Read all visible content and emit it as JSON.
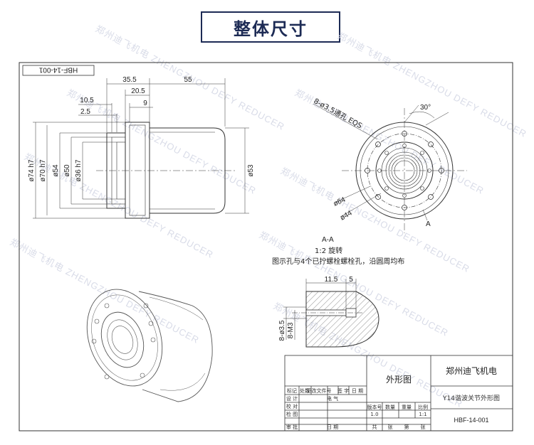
{
  "header": {
    "title": "整体尺寸"
  },
  "watermark": {
    "text": "郑州迪飞机电 ZHENGZHOU DEFY REDUCER"
  },
  "drawing_no_box": "HBF-14-001",
  "side_view": {
    "dim_top_1": "35.5",
    "dim_top_2": "55",
    "dim_top_3": "20.5",
    "dim_top_4": "10.5",
    "dim_top_5": "9",
    "dim_top_6": "2.5",
    "dia_1": "ø74 h7",
    "dia_2": "ø70 h7",
    "dia_3": "ø54",
    "dia_4": "ø50",
    "dia_5": "ø36 h7",
    "dia_6": "ø53"
  },
  "front_view": {
    "angle": "30°",
    "holes": "8-ø3.5通孔 EQS",
    "dia_a": "ø64",
    "dia_b": "ø44",
    "section_mark": "A"
  },
  "section": {
    "label": "A-A",
    "scale": "1:2 旋转",
    "note": "图示孔与4个已拧螺栓螺栓孔，沿圆周均布",
    "dim_a": "11.5",
    "dim_b": "5",
    "left_1": "8-ø3.5",
    "left_2": "8-M3"
  },
  "title_block": {
    "part_name": "外形图",
    "company": "郑州迪飞机电",
    "drawing_title": "Y14谐波关节外形图",
    "drawing_no": "HBF-14-001",
    "h_mark": "标记",
    "h_qty": "处数",
    "h_doc": "更改文件号",
    "h_sign": "签 字",
    "h_date": "日 期",
    "r_design": "设 计",
    "r_check": "校 对",
    "r_review": "检 图",
    "r_approve": "审 批",
    "elec": "电 气",
    "date2": "日 期",
    "c_stage": "版本号",
    "c_qty": "数量",
    "c_weight": "重量",
    "c_scale": "比例",
    "stage_val": "1.0",
    "scale_val": "1:1",
    "sheet_total": "共",
    "sheet_page": "张",
    "sheet_no": "第",
    "sheet_page2": "张"
  }
}
